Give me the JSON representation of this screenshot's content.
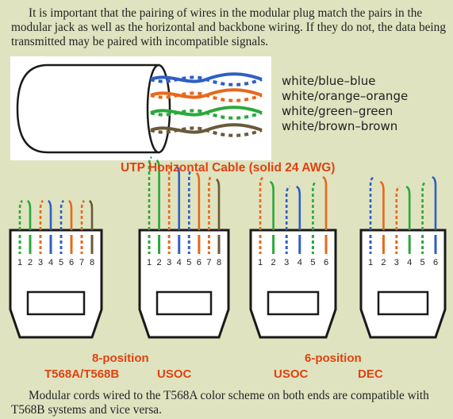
{
  "intro_text": "It is important that the pairing of wires in the modular plug match the pairs in the modular jack as well as the horizontal and backbone wiring. If they do not, the data being transmitted may be paired with incompatible signals.",
  "cable_title": "UTP Horizontal Cable (solid 24 AWG)",
  "wire_pairs": [
    {
      "label": "white/blue–blue",
      "color": "#2f5fc4"
    },
    {
      "label": "white/orange–orange",
      "color": "#e8681c"
    },
    {
      "label": "white/green–green",
      "color": "#2aa83a"
    },
    {
      "label": "white/brown–brown",
      "color": "#6a5a3a"
    }
  ],
  "plugs": [
    {
      "pins": [
        "1",
        "2",
        "3",
        "4",
        "5",
        "6",
        "7",
        "8"
      ]
    },
    {
      "pins": [
        "1",
        "2",
        "3",
        "4",
        "5",
        "6",
        "7",
        "8"
      ]
    },
    {
      "pins": [
        "1",
        "2",
        "3",
        "4",
        "5",
        "6"
      ]
    },
    {
      "pins": [
        "1",
        "2",
        "3",
        "4",
        "5",
        "6"
      ]
    }
  ],
  "group_labels": {
    "eight": "8-position",
    "six": "6-position"
  },
  "plug_labels": {
    "t568": "T568A/T568B",
    "usoc8": "USOC",
    "usoc6": "USOC",
    "dec": "DEC"
  },
  "outro_text": "Modular cords wired to the T568A color scheme on both ends are compatible with T568B systems and vice versa.",
  "colors": {
    "accent": "#e0420f",
    "background": "#dfe3c0",
    "line": "#1a1a1a"
  }
}
